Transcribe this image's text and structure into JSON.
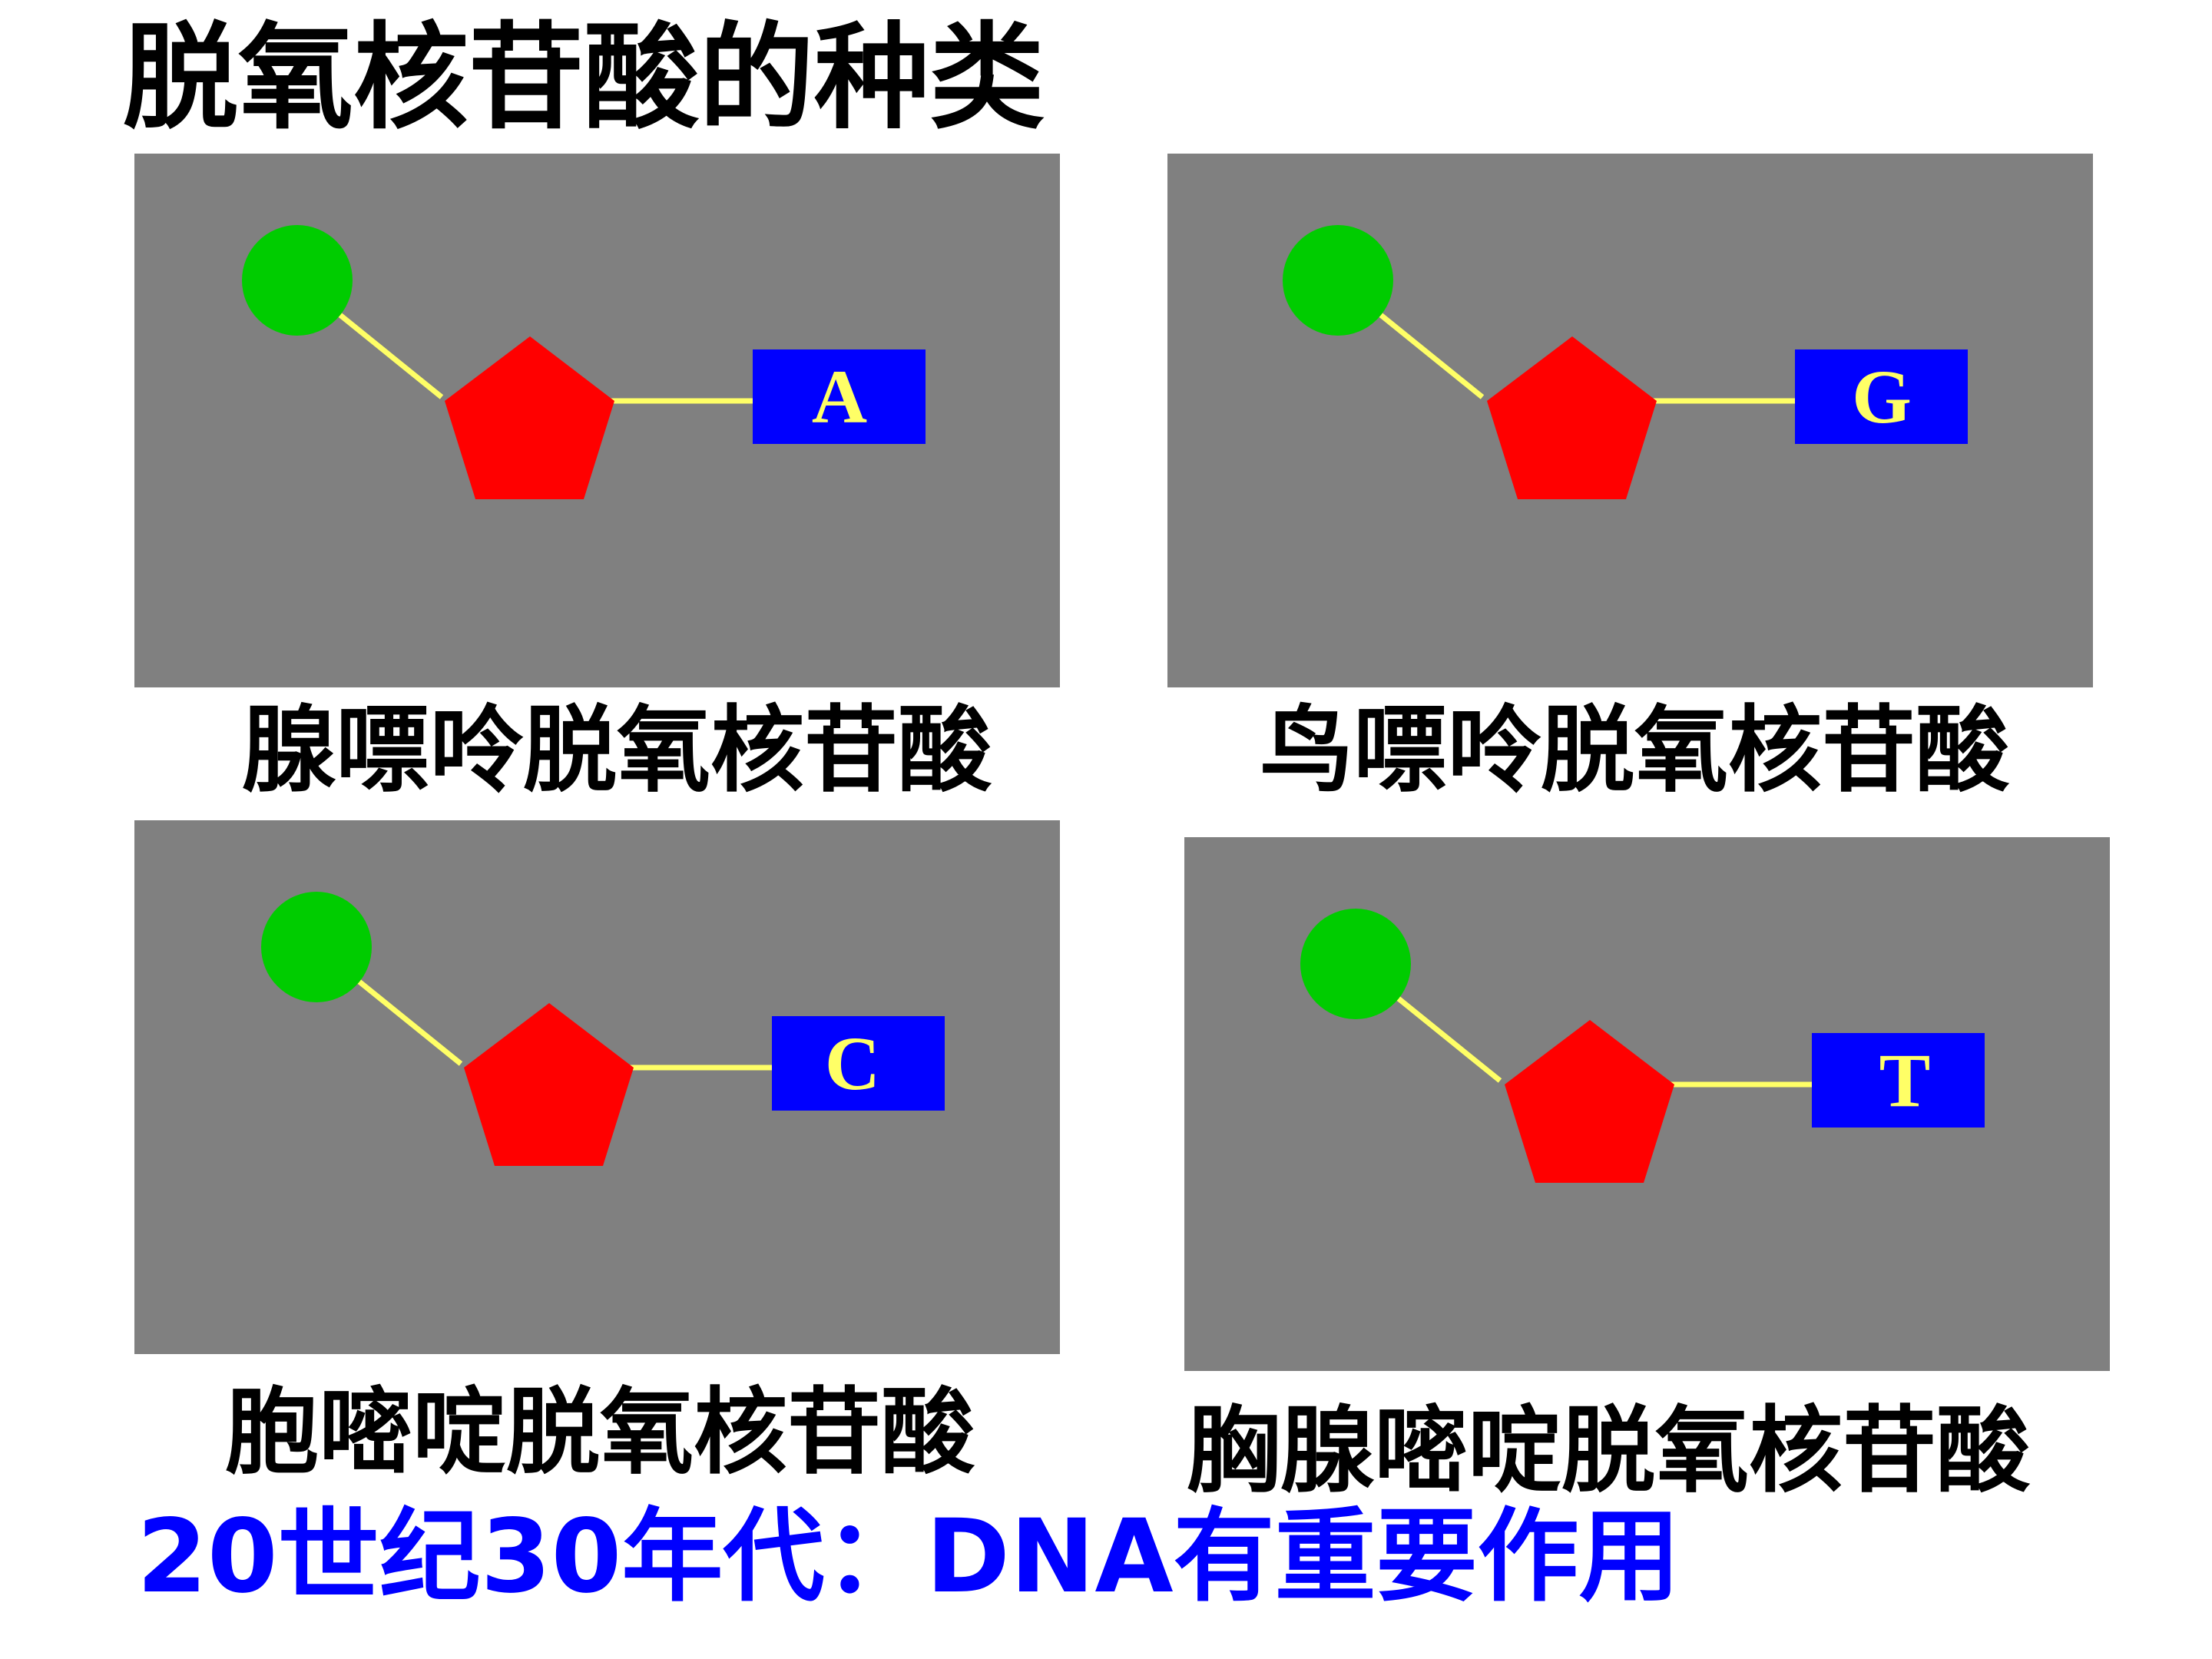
{
  "title": "脱氧核苷酸的种类",
  "colors": {
    "panel_background": "#808080",
    "phosphate": "#00cc00",
    "sugar": "#ff0000",
    "bond": "#ffff66",
    "base_box": "#0000ff",
    "base_letter": "#ffff66",
    "footer_text": "#0000ff"
  },
  "nucleotides": [
    {
      "base_letter": "A",
      "caption": "腺嘌呤脱氧核苷酸"
    },
    {
      "base_letter": "G",
      "caption": "鸟嘌呤脱氧核苷酸"
    },
    {
      "base_letter": "C",
      "caption": "胞嘧啶脱氧核苷酸"
    },
    {
      "base_letter": "T",
      "caption": "胸腺嘧啶脱氧核苷酸"
    }
  ],
  "footer": "20世纪30年代：DNA有重要作用"
}
